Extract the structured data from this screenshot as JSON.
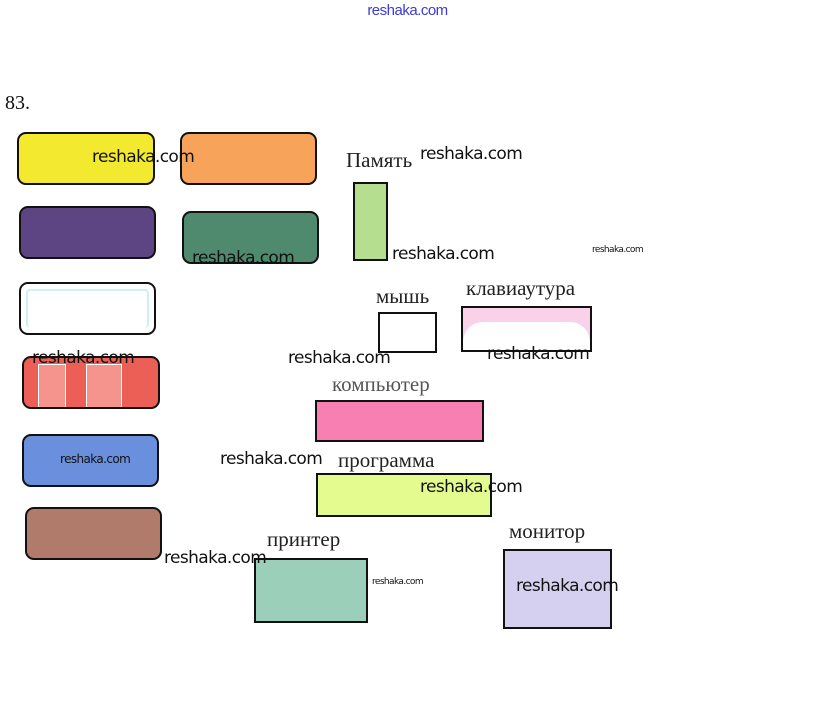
{
  "header": {
    "site": "reshaka.com"
  },
  "task": {
    "number": "83."
  },
  "color_swatches": [
    {
      "id": "yellow",
      "color": "#f3ea2f"
    },
    {
      "id": "orange",
      "color": "#f8a35a"
    },
    {
      "id": "purple",
      "color": "#5d4584"
    },
    {
      "id": "green",
      "color": "#4f8a6e"
    },
    {
      "id": "white",
      "color": "#ffffff",
      "accent": "#cdeefa"
    },
    {
      "id": "red",
      "color": "#ec5f57",
      "accent": "#f4948c"
    },
    {
      "id": "blue",
      "color": "#6a8fdc"
    },
    {
      "id": "brown",
      "color": "#b07b6a"
    }
  ],
  "terms": [
    {
      "id": "memory",
      "label": "Память",
      "color": "#b5de8e"
    },
    {
      "id": "mouse",
      "label": "мышь",
      "color": "#ffffff"
    },
    {
      "id": "keyboard",
      "label": "клавиаутура",
      "color": "#f9d2ea"
    },
    {
      "id": "computer",
      "label": "компьютер",
      "color": "#f77fb2"
    },
    {
      "id": "program",
      "label": "программа",
      "color": "#e4fb8f"
    },
    {
      "id": "printer",
      "label": "принтер",
      "color": "#9bcfb9"
    },
    {
      "id": "monitor",
      "label": "монитор",
      "color": "#d6d0f0"
    }
  ],
  "watermarks": [
    "reshaka.com",
    "reshaka.com",
    "reshaka.com",
    "reshaka.com",
    "reshaka.com",
    "reshaka.com",
    "reshaka.com",
    "reshaka.com",
    "reshaka.com",
    "reshaka.com",
    "reshaka.com",
    "reshaka.com",
    "reshaka.com",
    "reshaka.com"
  ]
}
